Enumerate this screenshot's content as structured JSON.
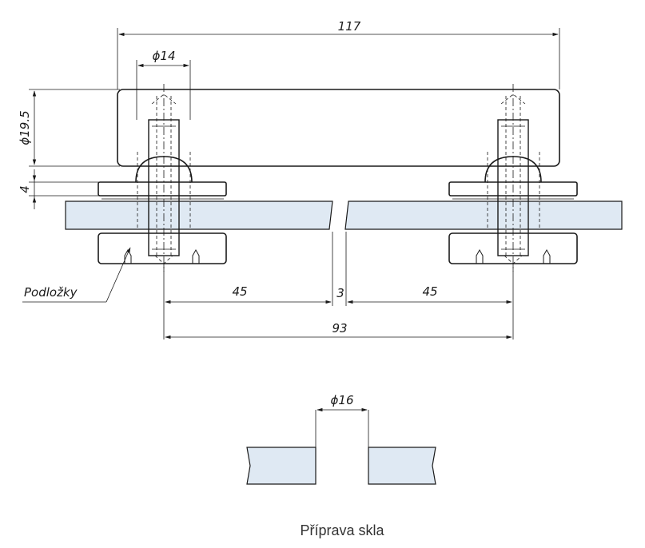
{
  "dimensions": {
    "overall_length": "117",
    "rod_diameter": "ϕ14",
    "head_diameter": "ϕ19.5",
    "washer_thickness": "4",
    "left_offset": "45",
    "gap": "3",
    "right_offset": "45",
    "center_distance": "93",
    "hole_diameter": "ϕ16"
  },
  "labels": {
    "washers": "Podložky",
    "caption": "Příprava skla"
  },
  "colors": {
    "glass": "#dfe9f3",
    "line": "#1a1a1a",
    "caption": "#333333"
  }
}
